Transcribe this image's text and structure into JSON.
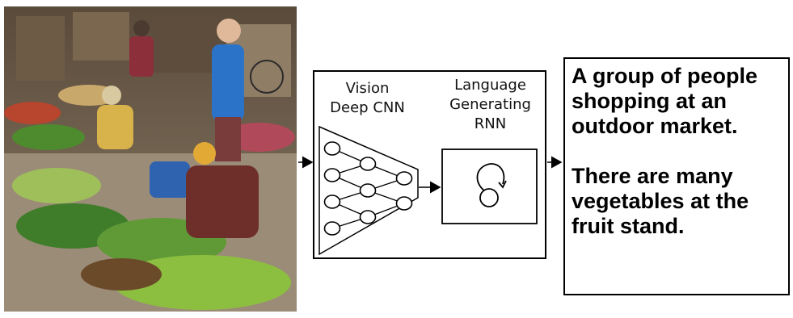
{
  "photo": {
    "description_icon": "market-photo"
  },
  "model": {
    "cnn_label_line1": "Vision",
    "cnn_label_line2": "Deep CNN",
    "rnn_label_line1": "Language",
    "rnn_label_line2": "Generating",
    "rnn_label_line3": "RNN"
  },
  "captions": {
    "caption1": "A group of people shopping at an outdoor market.",
    "caption2": "There are many vegetables at the fruit stand."
  },
  "colors": {
    "line": "#000000",
    "background": "#ffffff"
  }
}
